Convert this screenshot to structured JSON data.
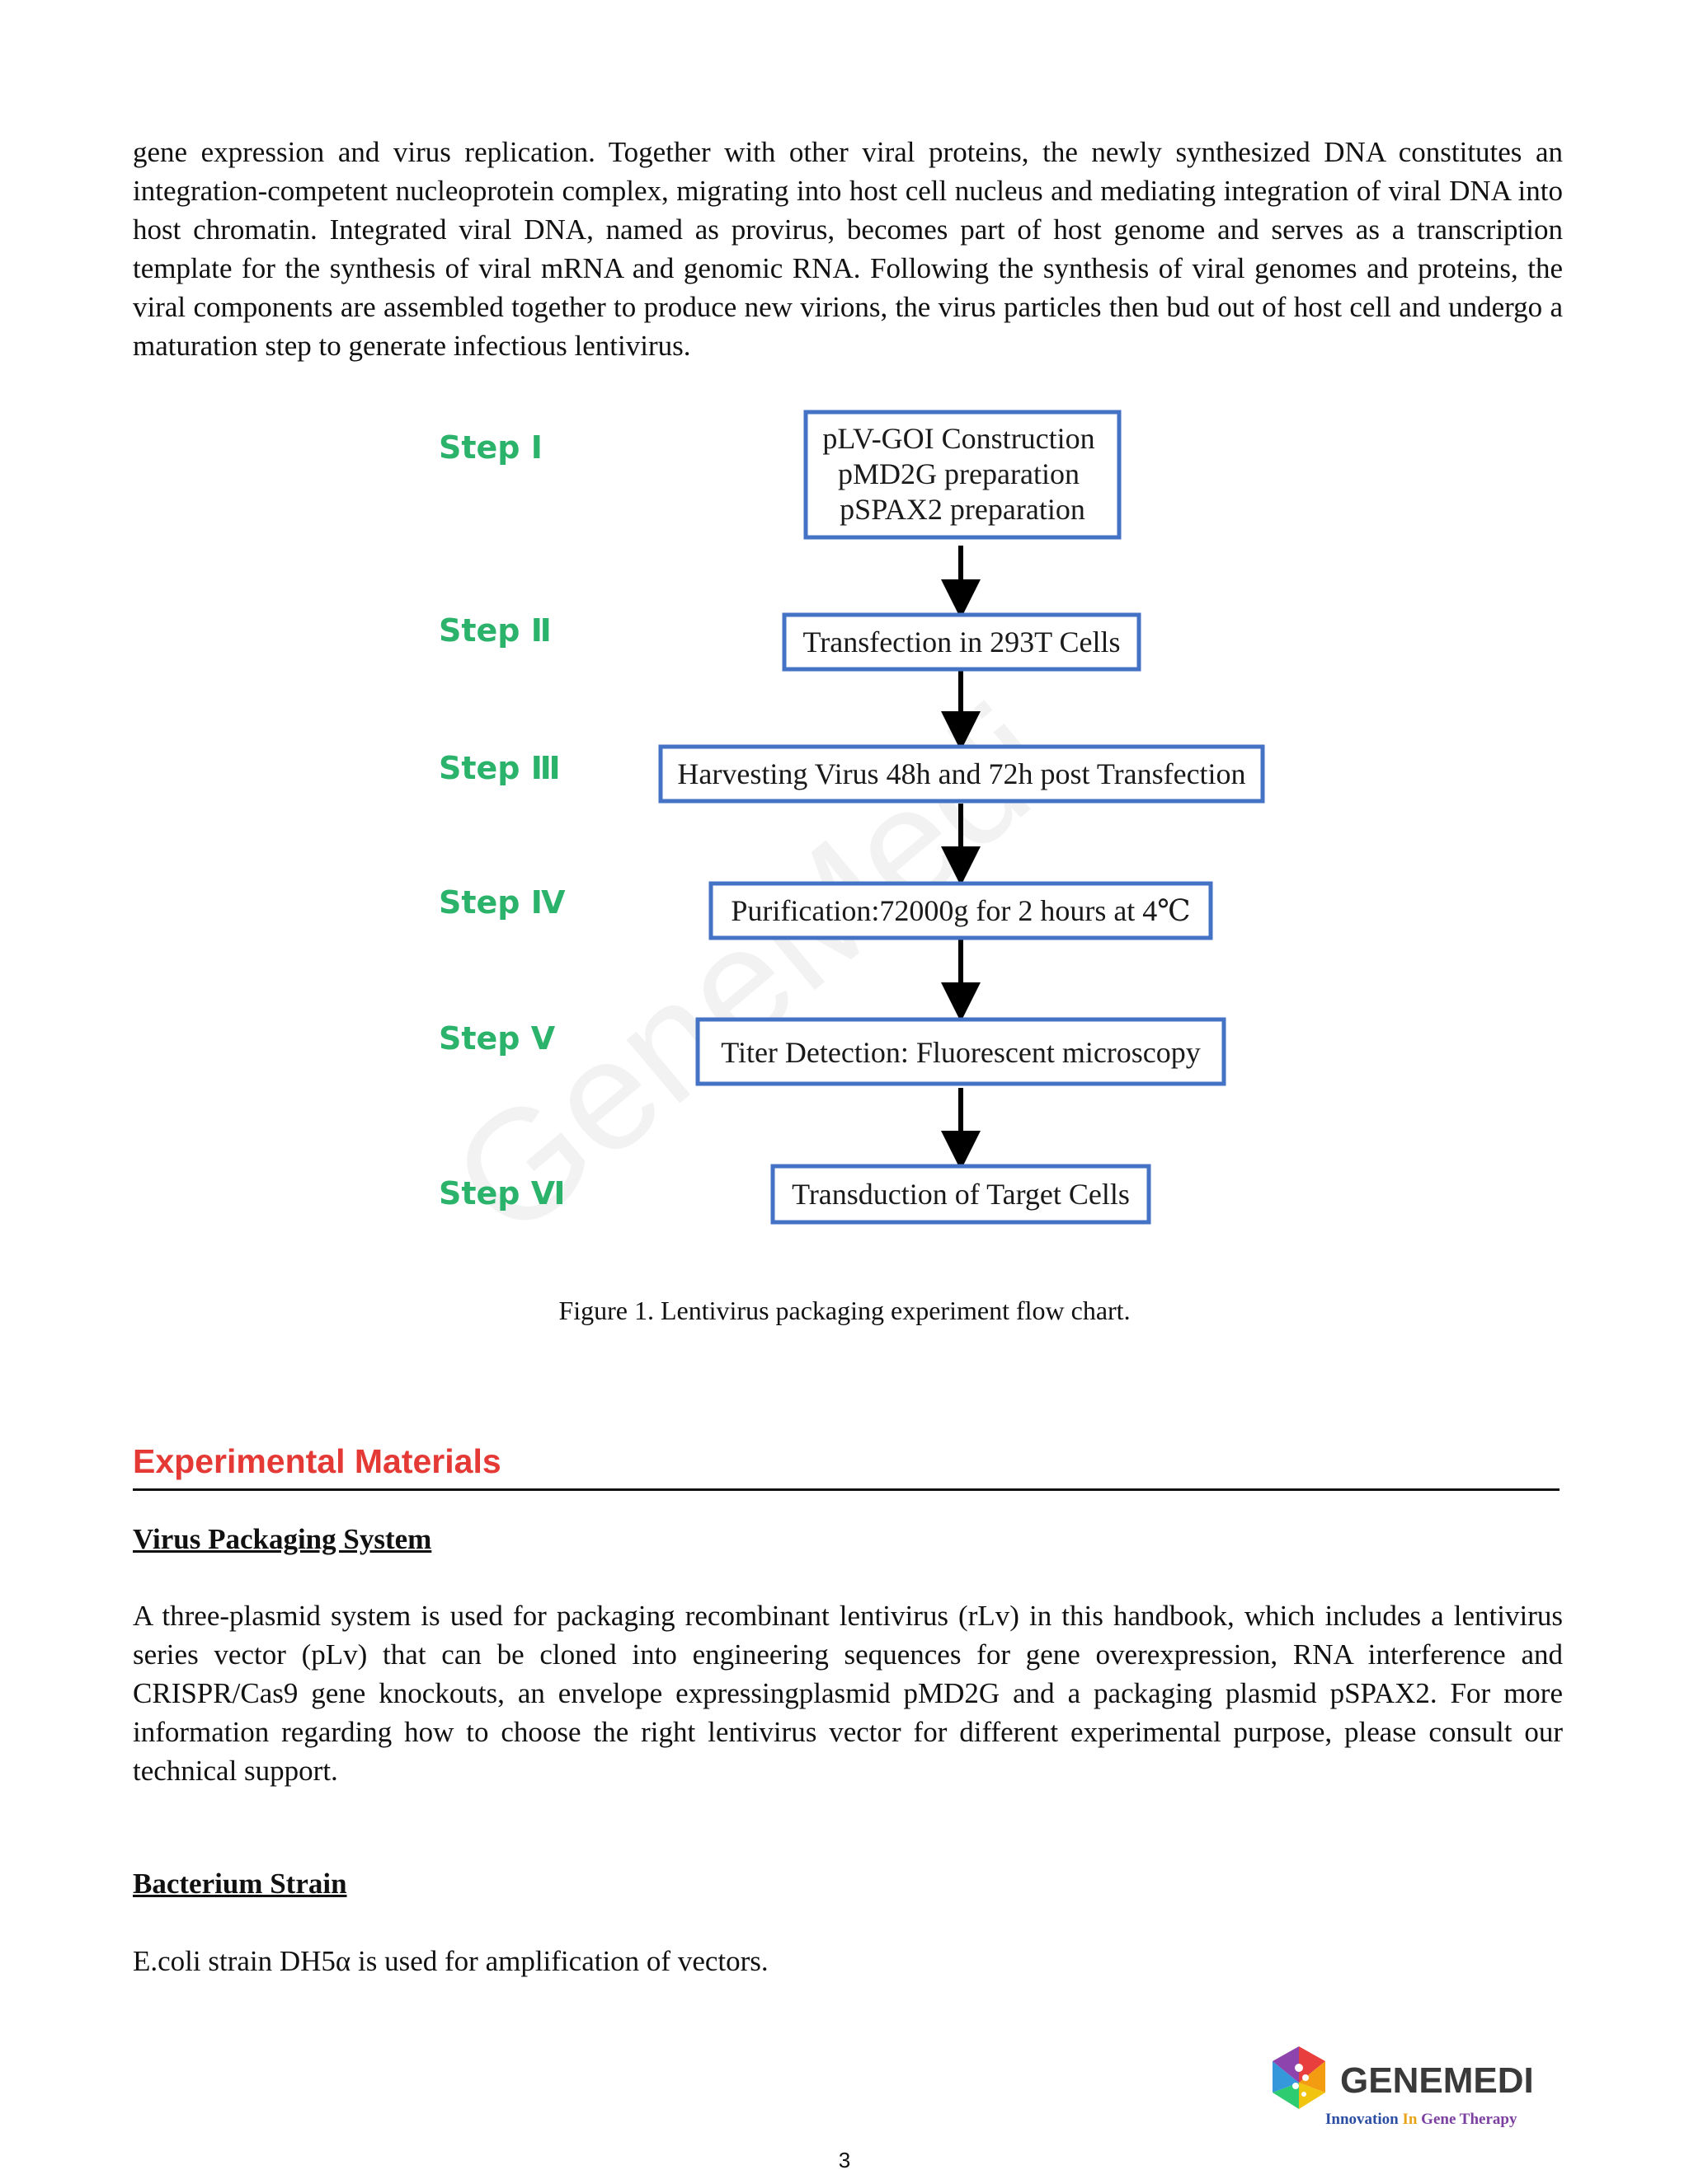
{
  "intro_paragraph": "gene expression and virus replication. Together with other viral proteins, the newly synthesized DNA constitutes an integration-competent nucleoprotein complex, migrating into host cell nucleus and mediating integration of viral DNA into host chromatin. Integrated viral DNA, named as provirus, becomes part of host genome and serves as a transcription template for the synthesis of viral mRNA and genomic RNA. Following the synthesis of viral genomes and proteins, the viral components are assembled together to produce new virions, the virus particles then bud out of host cell and undergo a maturation step to generate infectious lentivirus.",
  "figure": {
    "watermark": "GeneMedi",
    "steps": [
      {
        "label": "Step Ⅰ",
        "box_lines": [
          "pLV-GOI Construction",
          "pMD2G preparation",
          "pSPAX2 preparation"
        ]
      },
      {
        "label": "Step Ⅱ",
        "box_lines": [
          "Transfection in 293T Cells"
        ]
      },
      {
        "label": "Step Ⅲ",
        "box_lines": [
          "Harvesting Virus 48h and 72h post Transfection"
        ]
      },
      {
        "label": "Step Ⅳ",
        "box_lines": [
          "Purification:72000g for 2 hours at 4℃"
        ]
      },
      {
        "label": "Step Ⅴ",
        "box_lines": [
          "Titer Detection: Fluorescent microscopy"
        ]
      },
      {
        "label": "Step Ⅵ",
        "box_lines": [
          "Transduction of Target Cells"
        ]
      }
    ],
    "caption": "Figure 1. Lentivirus packaging experiment flow chart."
  },
  "section": {
    "heading": "Experimental Materials",
    "subsections": [
      {
        "title": "Virus Packaging System",
        "text": "A three-plasmid system is used for packaging recombinant lentivirus (rLv) in this handbook, which includes a lentivirus series vector (pLv) that can be cloned into engineering sequences for gene overexpression, RNA interference and CRISPR/Cas9 gene knockouts, an envelope expressingplasmid pMD2G and a packaging plasmid pSPAX2. For more information regarding how to choose the right lentivirus vector for different experimental purpose, please consult our technical support."
      },
      {
        "title": "Bacterium Strain",
        "text": "E.coli strain DH5α is used for amplification of vectors."
      }
    ]
  },
  "logo": {
    "name": "GENEMEDI",
    "tagline_parts": [
      "Innovation",
      "In",
      "Gene Therapy"
    ],
    "colors": {
      "name": "#3a3a3a",
      "tagline_a": "#2b4ea2",
      "tagline_b": "#e8a317",
      "tagline_c": "#7b3fa0"
    }
  },
  "page_number": "3",
  "colors": {
    "heading": "#e53935",
    "step_label": "#2bb36b",
    "box_border": "#4472c4"
  }
}
